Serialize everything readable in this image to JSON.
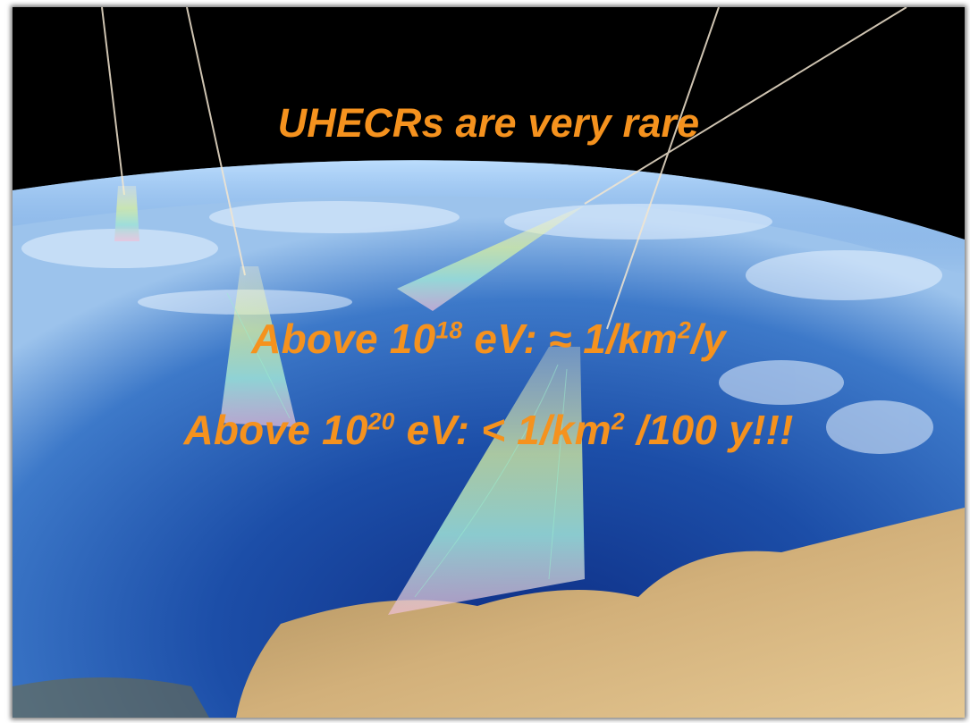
{
  "slide": {
    "title": "UHECRs are very rare",
    "rate_1": {
      "prefix": "Above 10",
      "exponent": "18",
      "mid": " eV: ≈ 1/km",
      "unit_exp": "2",
      "suffix": "/y"
    },
    "rate_2": {
      "prefix": "Above 10",
      "exponent": "20",
      "mid": " eV: < 1/km",
      "unit_exp": "2",
      "suffix": " /100 y!!!"
    }
  },
  "colors": {
    "text": "#f5921e",
    "space": "#000000",
    "ocean": "#1e4fa6",
    "cloud": "#ffffff",
    "land": "#c9a46a"
  },
  "image": {
    "subject": "air-shower-over-earth-illustration"
  }
}
